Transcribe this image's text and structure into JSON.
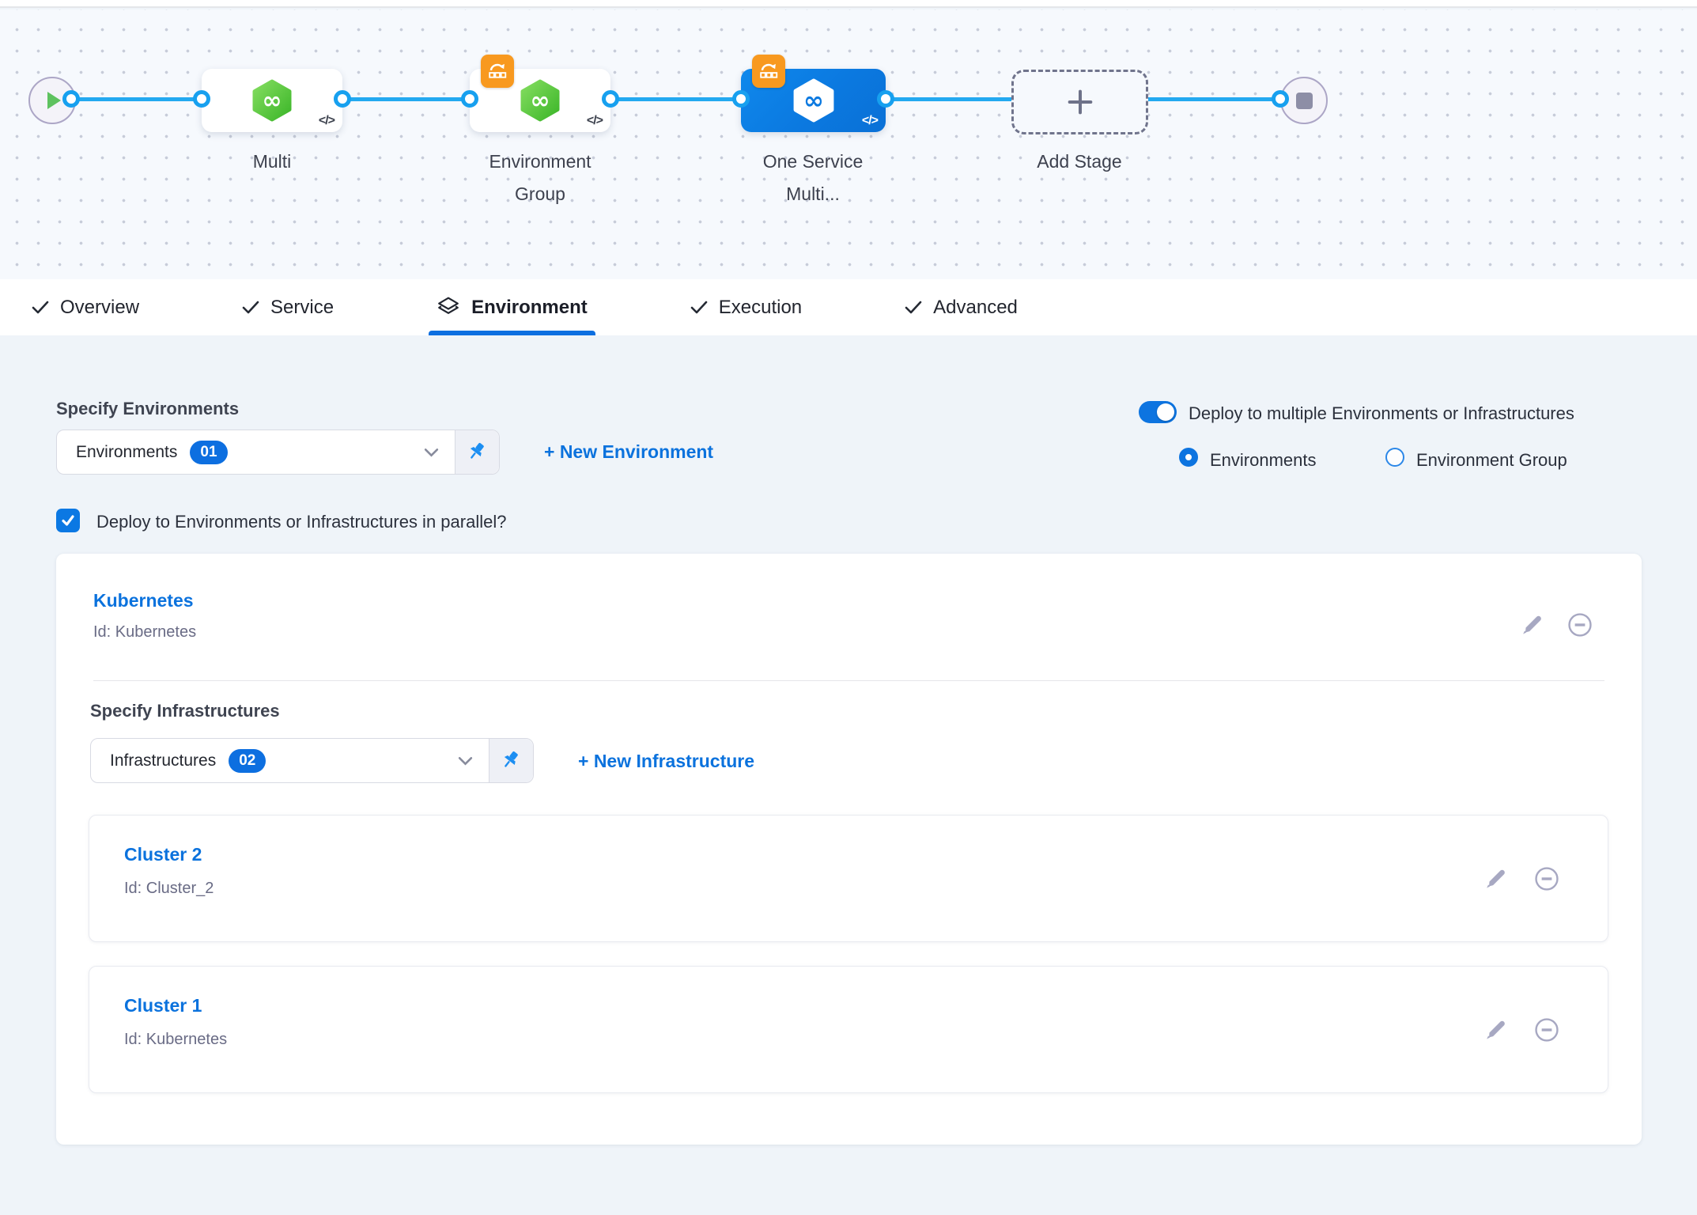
{
  "canvas": {
    "stages": {
      "multi": {
        "label": "Multi",
        "code_glyph": "</>"
      },
      "env_group": {
        "label": "Environment Group",
        "code_glyph": "</>"
      },
      "one_service": {
        "label": "One Service Multi...",
        "code_glyph": "</>"
      },
      "add_stage": {
        "label": "Add Stage"
      }
    }
  },
  "tabs": {
    "overview": "Overview",
    "service": "Service",
    "environment": "Environment",
    "execution": "Execution",
    "advanced": "Advanced"
  },
  "environment_section": {
    "heading": "Specify Environments",
    "dropdown_label": "Environments",
    "dropdown_count": "01",
    "new_environment": "+ New Environment",
    "toggle_label": "Deploy to multiple Environments or Infrastructures",
    "radio_environments": "Environments",
    "radio_environment_group": "Environment Group",
    "parallel_label": "Deploy to Environments or Infrastructures in parallel?"
  },
  "environment_card": {
    "title": "Kubernetes",
    "id": "Id: Kubernetes",
    "infra_heading": "Specify Infrastructures",
    "infra_dropdown_label": "Infrastructures",
    "infra_dropdown_count": "02",
    "new_infrastructure": "+ New Infrastructure",
    "infrastructures": [
      {
        "title": "Cluster 2",
        "id": "Id: Cluster_2"
      },
      {
        "title": "Cluster 1",
        "id": "Id: Kubernetes"
      }
    ]
  },
  "colors": {
    "accent_blue": "#0b72dd",
    "flow_line_blue": "#23a9f0",
    "node_green": "#42ba38",
    "node_blue": "#0b79e0",
    "badge_orange": "#f8991f",
    "active_tab_underline": "#0d6fe0"
  }
}
